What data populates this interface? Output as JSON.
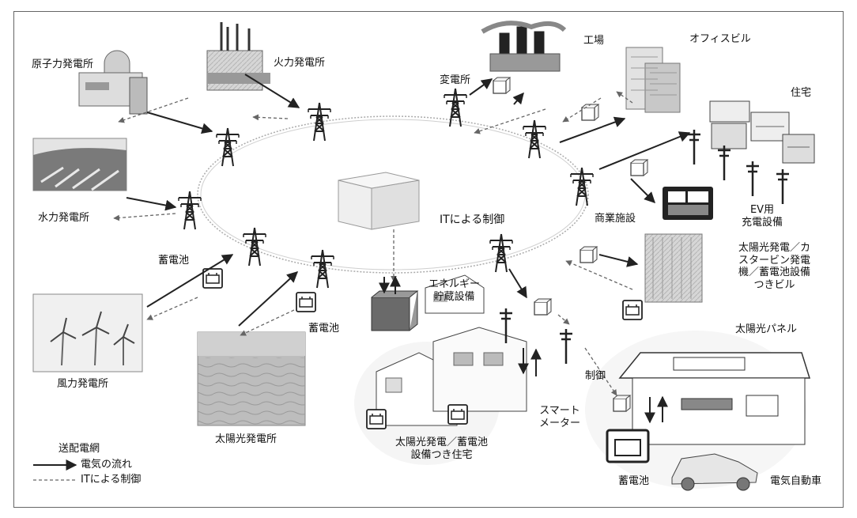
{
  "colors": {
    "ink": "#222222",
    "gray": "#8a8a8a",
    "light": "#d8d8d8",
    "sky": "#e9e9e9"
  },
  "labels": {
    "nuclear": "原子力発電所",
    "thermal": "火力発電所",
    "substation": "変電所",
    "factory": "工場",
    "office": "オフィスビル",
    "housing": "住宅",
    "hydro": "水力発電所",
    "it_control_center": "ITによる制御",
    "commercial": "商業施設",
    "ev_charging": "EV用\n充電設備",
    "battery_1": "蓄電池",
    "battery_2": "蓄電池",
    "battery_3": "蓄電池",
    "energy_storage": "エネルギー\n貯蔵設備",
    "solar_building": "太陽光発電／カ\nスタービン発電\n機／蓄電池設備\nつきビル",
    "solar_panel": "太陽光パネル",
    "wind": "風力発電所",
    "solar_plant": "太陽光発電所",
    "solar_house": "太陽光発電／蓄電池\n設備つき住宅",
    "control": "制御",
    "smart_meter": "スマート\nメーター",
    "ev": "電気自動車"
  },
  "legend": {
    "title": "送配電網",
    "electricity": "電気の流れ",
    "it_control": "ITによる制御"
  }
}
